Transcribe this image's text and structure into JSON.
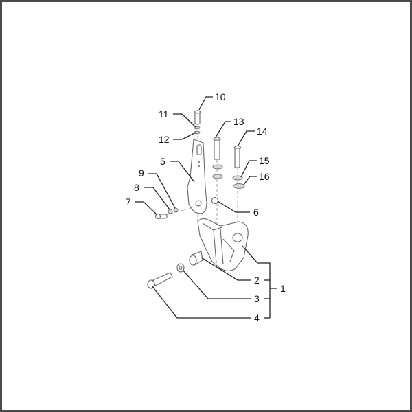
{
  "diagram": {
    "type": "exploded-parts-diagram",
    "callouts": [
      {
        "id": "1",
        "label": "1"
      },
      {
        "id": "2",
        "label": "2"
      },
      {
        "id": "3",
        "label": "3"
      },
      {
        "id": "4",
        "label": "4"
      },
      {
        "id": "5",
        "label": "5"
      },
      {
        "id": "6",
        "label": "6"
      },
      {
        "id": "7",
        "label": "7"
      },
      {
        "id": "8",
        "label": "8"
      },
      {
        "id": "9",
        "label": "9"
      },
      {
        "id": "10",
        "label": "10"
      },
      {
        "id": "11",
        "label": "11"
      },
      {
        "id": "12",
        "label": "12"
      },
      {
        "id": "13",
        "label": "13"
      },
      {
        "id": "14",
        "label": "14"
      },
      {
        "id": "15",
        "label": "15"
      },
      {
        "id": "16",
        "label": "16"
      }
    ]
  }
}
